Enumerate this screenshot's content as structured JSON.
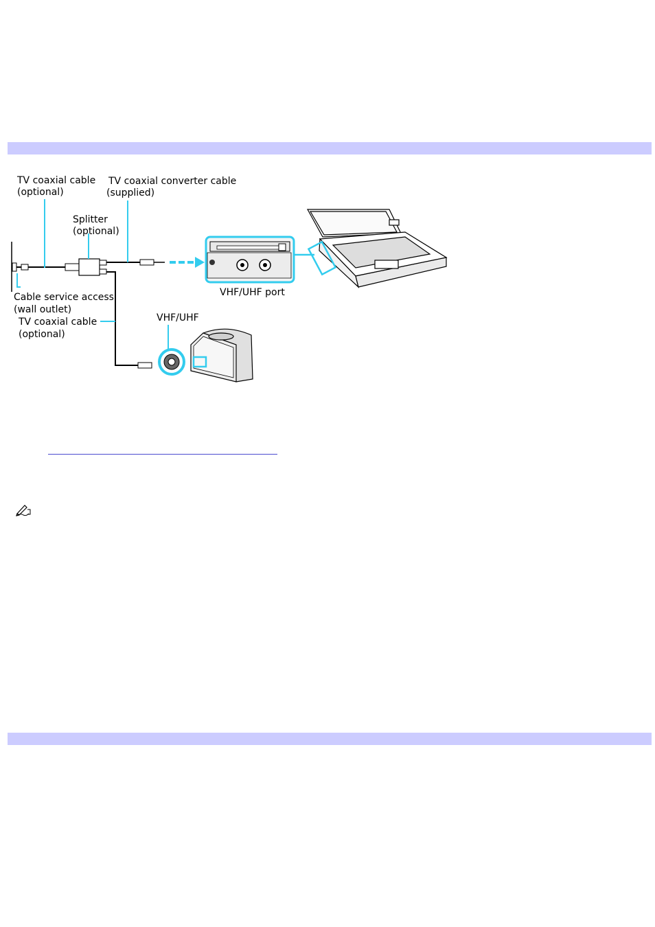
{
  "colors": {
    "section_band": "#ccccff",
    "highlight": "#33ccee",
    "link": "#4a4ad0"
  },
  "diagram": {
    "labels": {
      "tv_coaxial_cable_top_line1": "TV coaxial cable",
      "tv_coaxial_cable_top_line2": "(optional)",
      "converter_cable_line1": "TV coaxial converter cable",
      "converter_cable_line2": "(supplied)",
      "splitter_line1": "Splitter",
      "splitter_line2": "(optional)",
      "cable_service_line1": "Cable service access",
      "cable_service_line2": "(wall outlet)",
      "tv_coaxial_cable_bottom_line1": "TV coaxial cable",
      "tv_coaxial_cable_bottom_line2": "(optional)",
      "vhf_uhf_port": "VHF/UHF port",
      "vhf_uhf": "VHF/UHF"
    }
  },
  "icons": {
    "note": "note-pencil-icon"
  }
}
